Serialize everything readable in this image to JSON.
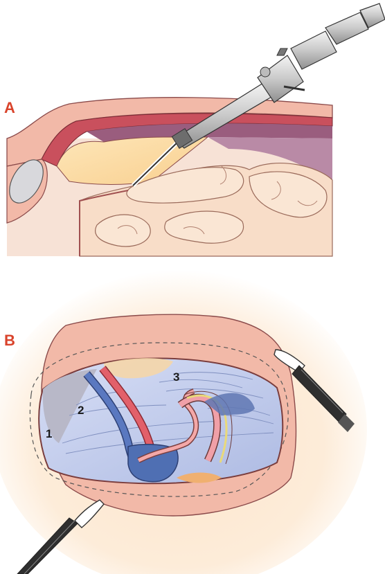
{
  "panels": [
    {
      "id": "A",
      "label": "A"
    },
    {
      "id": "B",
      "label": "B"
    }
  ],
  "callouts": [
    "1",
    "2",
    "3"
  ],
  "colors": {
    "panel_label": "#d9432b",
    "skin": "#f2b9a8",
    "muscle": "#c9505d",
    "fat": "#fde0a8",
    "bowel": "#f8ddc8",
    "peritoneum": "#b77a9a",
    "cavity": "#c9d4ef",
    "vein": "#4f6fb3",
    "artery": "#e2606a",
    "instrument_metal": "#d9d9d9",
    "instrument_shaft": "#3a3a3a"
  }
}
